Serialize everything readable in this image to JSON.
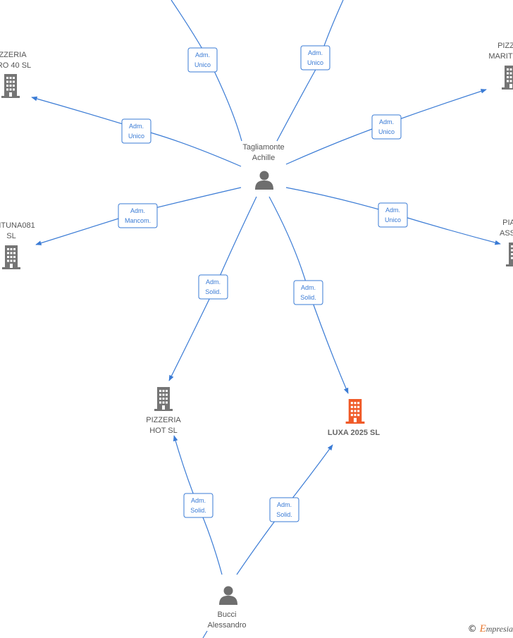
{
  "nodes": {
    "tagliamonte": {
      "line1": "Tagliamonte",
      "line2": "Achille"
    },
    "bucci": {
      "line1": "Bucci",
      "line2": "Alessandro"
    },
    "pizzeria_hot": {
      "line1": "PIZZERIA",
      "line2": "HOT  SL"
    },
    "luxa": {
      "line1": "LUXA 2025  SL"
    },
    "topleft": {
      "line1": "ZZERIA",
      "line2": "RO 40  SL"
    },
    "midleft": {
      "line1": "ITUNA081",
      "line2": "SL"
    },
    "topright": {
      "line1": "PIZZ",
      "line2": "MARITI"
    },
    "midright": {
      "line1": "PIA",
      "line2": "ASS"
    }
  },
  "edges": [
    {
      "line1": "Adm.",
      "line2": "Unico"
    },
    {
      "line1": "Adm.",
      "line2": "Unico"
    },
    {
      "line1": "Adm.",
      "line2": "Unico"
    },
    {
      "line1": "Adm.",
      "line2": "Unico"
    },
    {
      "line1": "Adm.",
      "line2": "Mancom."
    },
    {
      "line1": "Adm.",
      "line2": "Unico"
    },
    {
      "line1": "Adm.",
      "line2": "Solid."
    },
    {
      "line1": "Adm.",
      "line2": "Solid."
    },
    {
      "line1": "Adm.",
      "line2": "Solid."
    },
    {
      "line1": "Adm.",
      "line2": "Solid."
    }
  ],
  "colors": {
    "edge": "#3a7bd5",
    "building": "#757575",
    "highlight": "#f05a28",
    "person": "#6e6e6e"
  },
  "watermark": {
    "symbol": "©",
    "initial": "E",
    "rest": "mpresia"
  }
}
